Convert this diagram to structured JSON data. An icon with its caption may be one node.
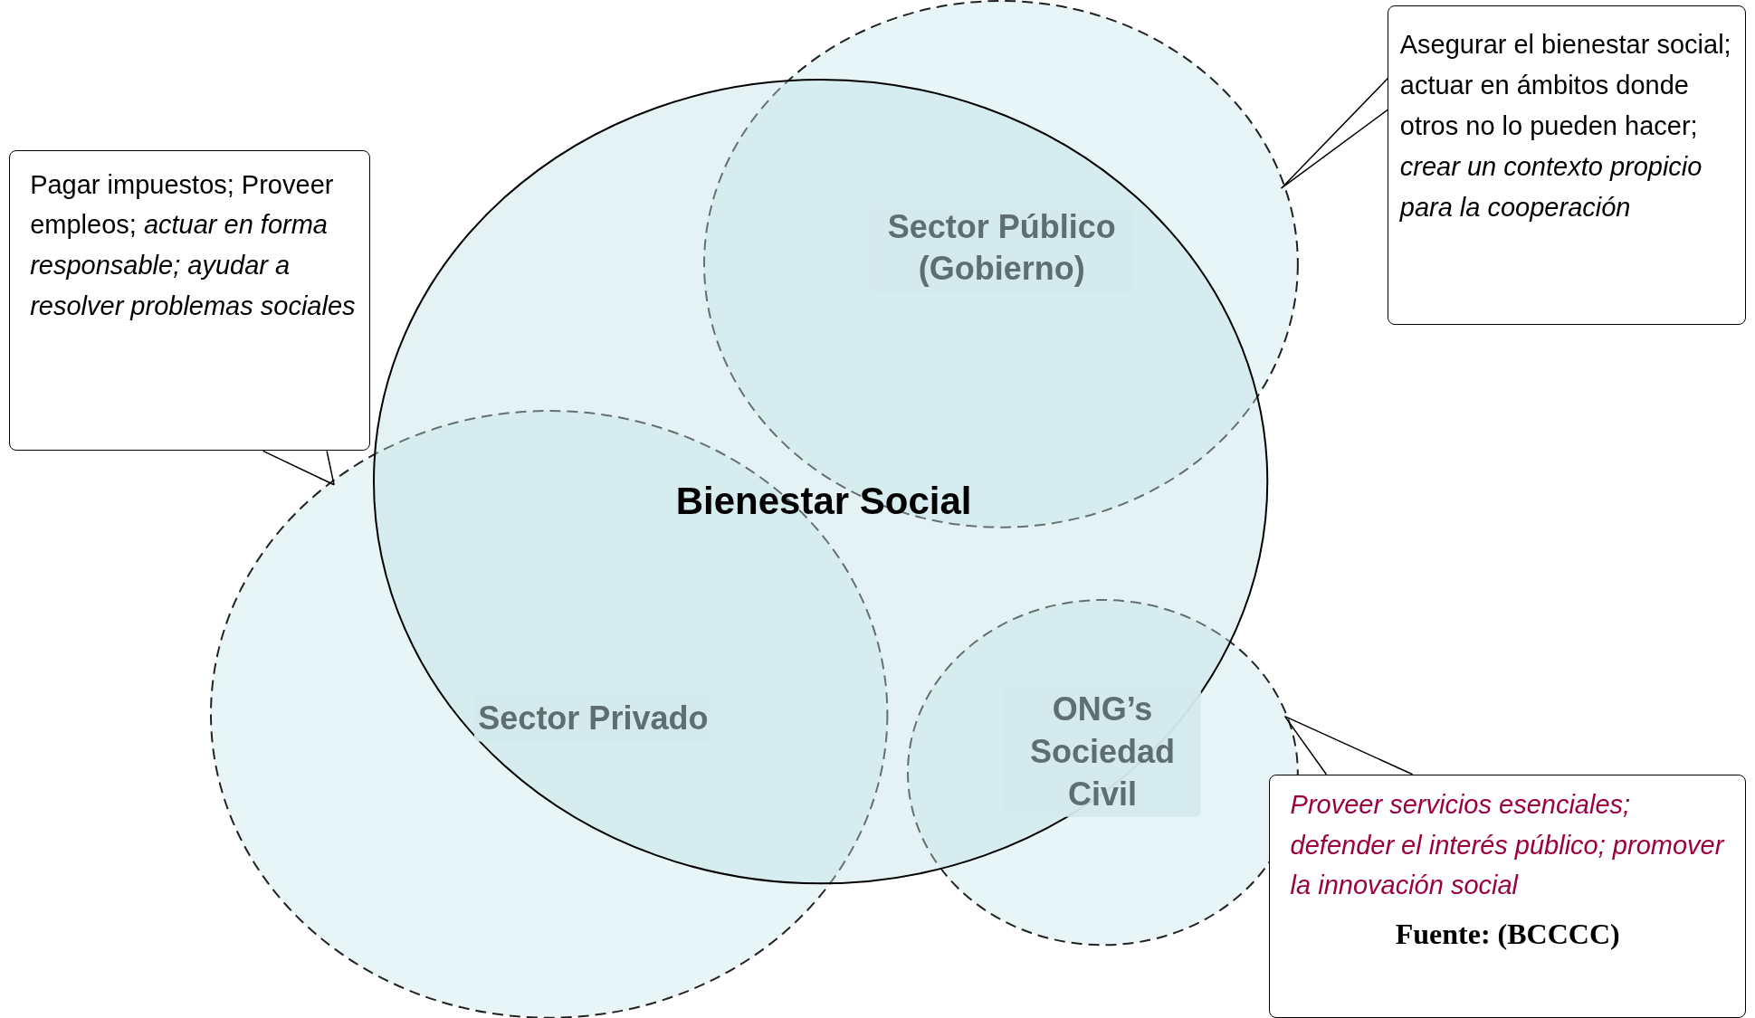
{
  "diagram": {
    "nodes": [
      {
        "text": [
          "Bienestar Social"
        ]
      },
      {
        "text": [
          "Sector Público (Gobierno)"
        ]
      },
      {
        "text": [
          "Sector Privado"
        ]
      },
      {
        "text": [
          "ONG’s Sociedad Civil"
        ]
      },
      {
        "text": [
          "Pagar impuestos; Proveer empleos; *actuar en forma responsable; ayudar a resolver problemas sociales*"
        ]
      },
      {
        "text": [
          "Asegurar el bienestar social; actuar en ámbitos donde otros no lo pueden hacer; *crear un contexto propicio para la cooperación*"
        ]
      },
      {
        "text": [
          "Proveer servicios esenciales; defender el interés público; promover la innovación social",
          "Fuente: (BCCCC)"
        ]
      }
    ],
    "edges": [
      {
        "from": 4,
        "to": 2,
        "arrow": "none"
      },
      {
        "from": 5,
        "to": 1,
        "arrow": "none"
      },
      {
        "from": 6,
        "to": 3,
        "arrow": "none"
      }
    ]
  }
}
